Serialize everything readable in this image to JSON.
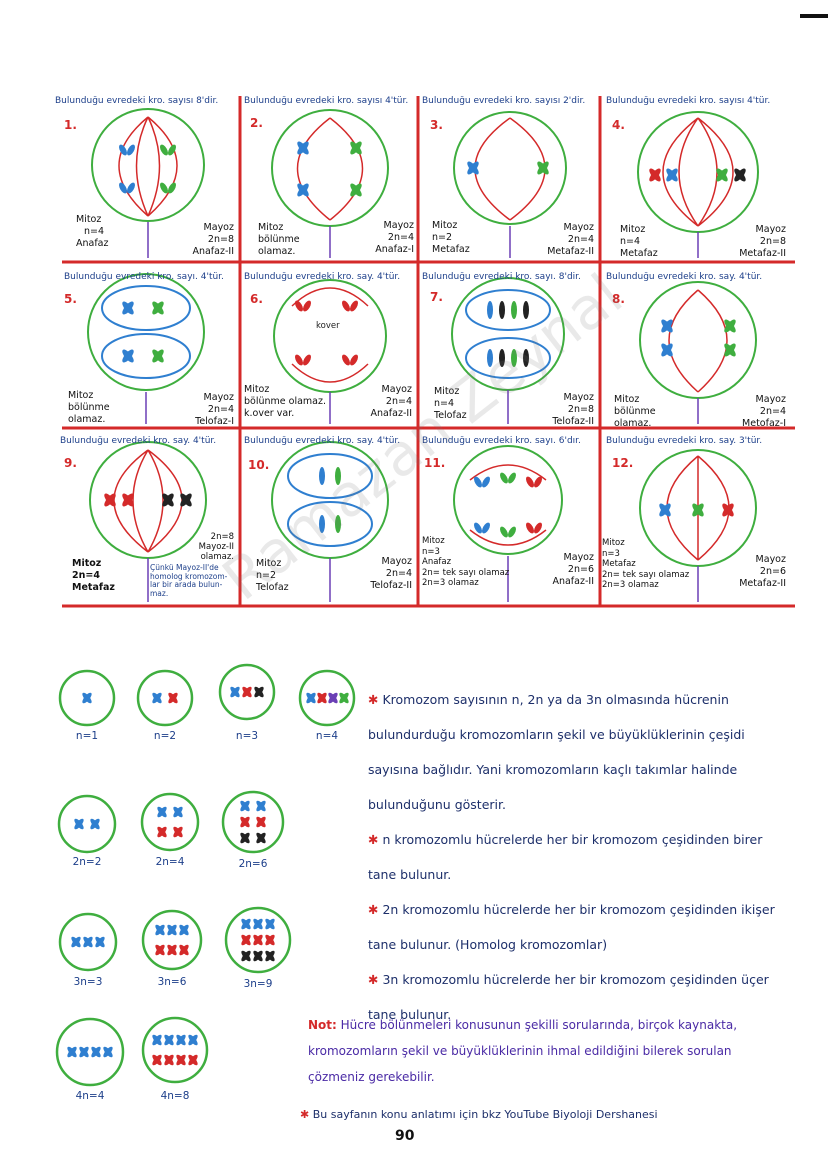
{
  "cells": [
    {
      "title": "Bulunduğu evredeki kro. sayısı 8'dir.",
      "num": "1.",
      "left": [
        "Mitoz",
        "n=4",
        "Anafaz"
      ],
      "right": [
        "Mayoz",
        "2n=8",
        "Anafaz-II"
      ]
    },
    {
      "title": "Bulunduğu evredeki kro. sayısı 4'tür.",
      "num": "2.",
      "left": [
        "Mitoz",
        "bölünme",
        "olamaz."
      ],
      "right": [
        "Mayoz",
        "2n=4",
        "Anafaz-I"
      ]
    },
    {
      "title": "Bulunduğu evredeki kro. sayısı 2'dir.",
      "num": "3.",
      "left": [
        "Mitoz",
        "n=2",
        "Metafaz"
      ],
      "right": [
        "Mayoz",
        "2n=4",
        "Metafaz-II"
      ]
    },
    {
      "title": "Bulunduğu evredeki kro. sayısı 4'tür.",
      "num": "4.",
      "left": [
        "Mitoz",
        "n=4",
        "Metafaz"
      ],
      "right": [
        "Mayoz",
        "2n=8",
        "Metafaz-II"
      ]
    },
    {
      "title": "Bulunduğu evredeki kro. sayı. 4'tür.",
      "num": "5.",
      "left": [
        "Mitoz",
        "bölünme",
        "olamaz."
      ],
      "right": [
        "Mayoz",
        "2n=4",
        "Telofaz-I"
      ]
    },
    {
      "title": "Bulunduğu evredeki kro. say. 4'tür.",
      "num": "6.",
      "left": [
        "Mitoz",
        "bölünme olamaz.",
        "k.over var."
      ],
      "right": [
        "Mayoz",
        "2n=4",
        "Anafaz-II"
      ]
    },
    {
      "title": "Bulunduğu evredeki kro. sayı. 8'dir.",
      "num": "7.",
      "left": [
        "Mitoz",
        "n=4",
        "Telofaz"
      ],
      "right": [
        "Mayoz",
        "2n=8",
        "Telofaz-II"
      ]
    },
    {
      "title": "Bulunduğu evredeki kro. say. 4'tür.",
      "num": "8.",
      "left": [
        "Mitoz",
        "bölünme",
        "olamaz."
      ],
      "right": [
        "Mayoz",
        "2n=4",
        "Metofaz-I"
      ]
    },
    {
      "title": "Bulunduğu evredeki kro. say. 4'tür.",
      "num": "9.",
      "left": [
        "Mitoz",
        "2n=4",
        "Metafaz"
      ],
      "right": [
        "2n=8",
        "Mayoz-II",
        "olamaz."
      ]
    },
    {
      "title": "Bulunduğu evredeki kro. say. 4'tür.",
      "num": "10.",
      "left": [
        "Mitoz",
        "n=2",
        "Telofaz"
      ],
      "right": [
        "Mayoz",
        "2n=4",
        "Telofaz-II"
      ]
    },
    {
      "title": "Bulunduğu evredeki kro. sayı. 6'dır.",
      "num": "11.",
      "left": [
        "Mitoz",
        "n=3",
        "Anafaz",
        "2n= tek sayı olamaz",
        "2n=3 olamaz"
      ],
      "right": [
        "Mayoz",
        "2n=6",
        "Anafaz-II"
      ]
    },
    {
      "title": "Bulunduğu evredeki kro. say. 3'tür.",
      "num": "12.",
      "left": [
        "Mitoz",
        "n=3",
        "Metafaz",
        "2n= tek sayı olamaz",
        "2n=3 olamaz"
      ],
      "right": [
        "Mayoz",
        "2n=6",
        "Metafaz-II"
      ]
    }
  ],
  "kover_label": "kover",
  "note9": [
    "Çünkü Mayoz-II'de",
    "homolog kromozom-",
    "lar bir arada bulun-",
    "maz."
  ],
  "watermark": "Ramazan Zeynal",
  "ploidy": {
    "n1": "n=1",
    "n2": "n=2",
    "n3": "n=3",
    "n4": "n=4",
    "d2": "2n=2",
    "d4": "2n=4",
    "d6": "2n=6",
    "t3": "3n=3",
    "t6": "3n=6",
    "t9": "3n=9",
    "q4": "4n=4",
    "q8": "4n=8"
  },
  "text": {
    "star": "✱",
    "p1": "Kromozom sayısının n, 2n ya da 3n olmasında hücrenin bulundurduğu kromozomların şekil ve büyüklüklerinin çeşidi sayısına bağlıdır. Yani kromozomların kaçlı takımlar halinde bulunduğunu gösterir.",
    "p2": "n kromozomlu hücrelerde her bir kromozom çeşidinden birer tane bulunur.",
    "p3": "2n kromozomlu hücrelerde her bir kromozom çeşidinden ikişer tane bulunur. (Homolog kromozomlar)",
    "p4": "3n kromozomlu hücrelerde her bir kromozom çeşidinden üçer tane bulunur."
  },
  "note": {
    "label": "Not:",
    "body": "Hücre bölünmeleri konusunun şekilli sorularında, birçok kaynakta, kromozomların şekil ve büyüklüklerinin ihmal edildiğini bilerek sorulan çözmeniz gerekebilir."
  },
  "footer": "Bu sayfanın konu anlatımı için bkz YouTube Biyoloji Dershanesi",
  "page_number": "90",
  "colors": {
    "red": "#d42a2a",
    "green": "#3fae3f",
    "blue": "#2f7fd0",
    "purple": "#6a3fb5",
    "black": "#222222",
    "ink": "#1d2f6a"
  }
}
